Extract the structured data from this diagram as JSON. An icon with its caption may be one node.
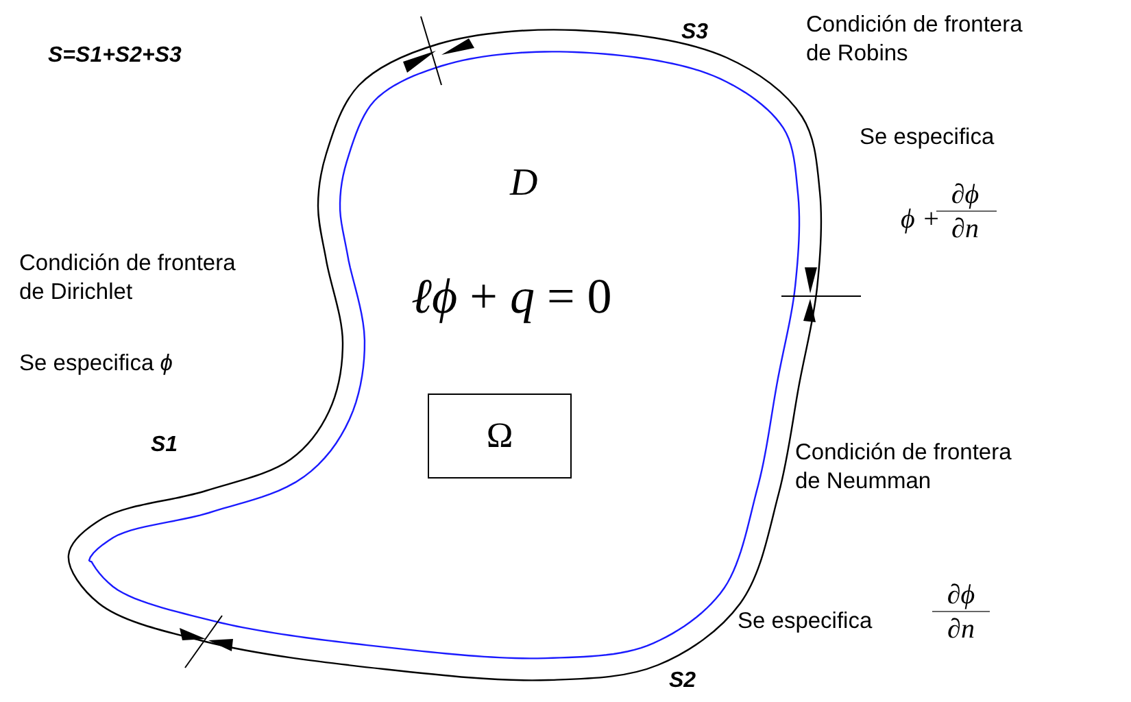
{
  "diagram": {
    "nodes": [
      {
        "text": [
          "D",
          "*ℓϕ* + *q* = 0"
        ]
      },
      {
        "text": [
          "Ω"
        ],
        "in": 0
      }
    ],
    "labels": [
      "S=S1+S2+S3",
      "S3",
      "Condición de frontera de Robins",
      "Se especifica",
      "ϕ +",
      "∂ϕ",
      "∂n",
      "Condición de frontera de Dirichlet",
      "Se especifica *ϕ*",
      "S1",
      "Condición de frontera de Neumman",
      "Se especifica",
      "∂ϕ",
      "∂n",
      "S2"
    ]
  }
}
